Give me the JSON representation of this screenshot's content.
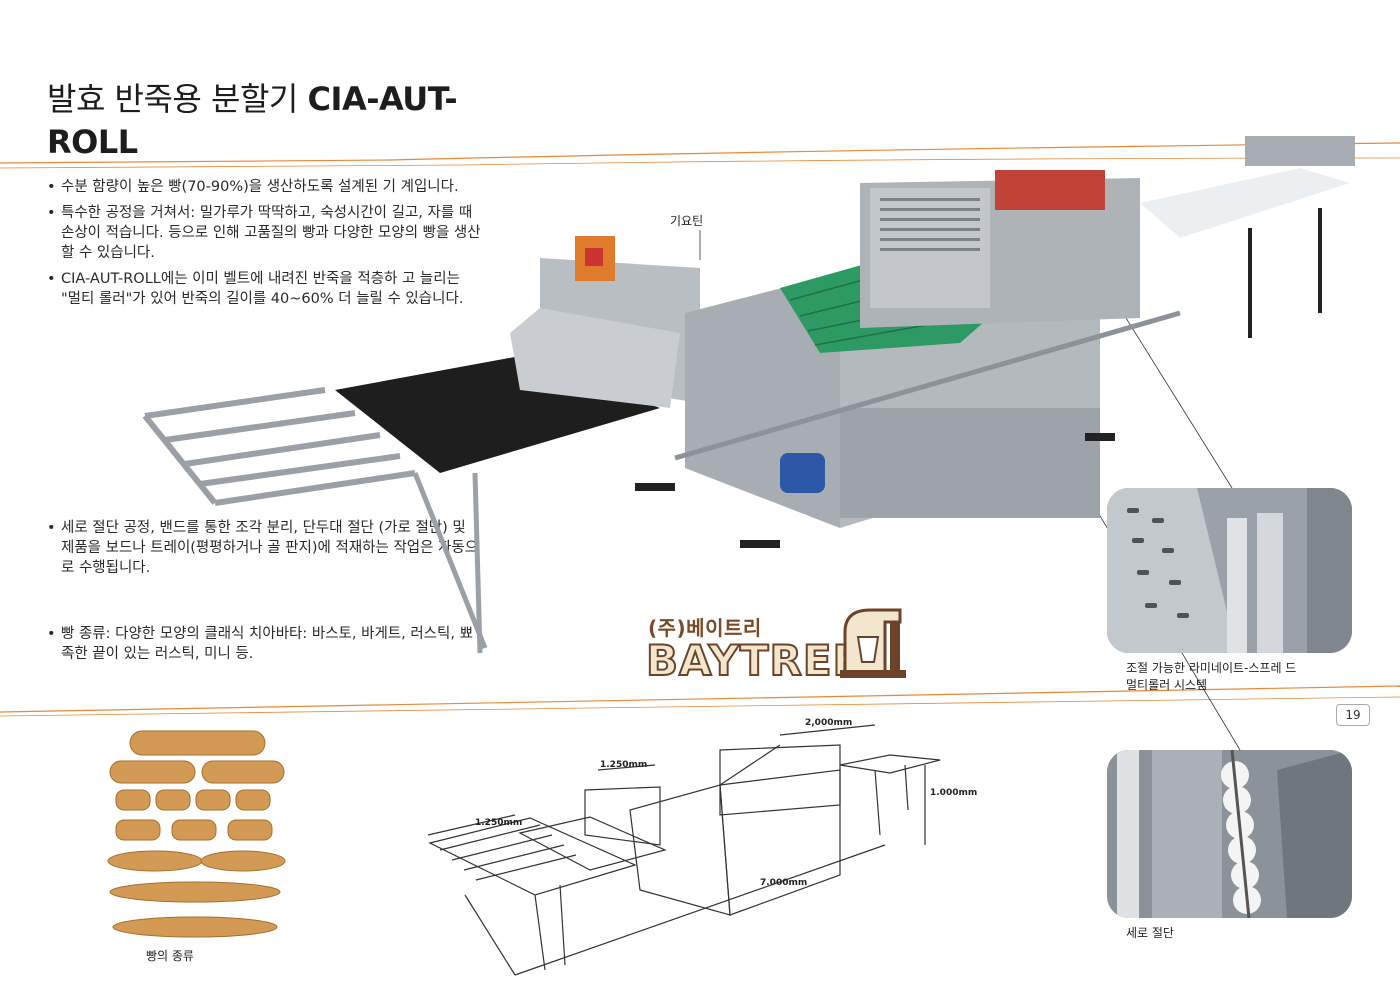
{
  "title": {
    "regular": "발효 반죽용 분할기 ",
    "bold_line1": "CIA-AUT-",
    "bold_line2": "ROLL"
  },
  "bullets_top": [
    "수분 함량이 높은 빵(70-90%)을 생산하도록 설계된 기 계입니다.",
    "특수한 공정을 거쳐서: 밀가루가 딱딱하고, 숙성시간이 길고, 자를 때 손상이 적습니다. 등으로 인해 고품질의 빵과 다양한 모양의 빵을 생산할 수 있습니다.",
    "CIA-AUT-ROLL에는 이미 벨트에 내려진 반죽을 적층하 고 늘리는 \"멀티 롤러\"가 있어 반죽의 길이를 40~60% 더 늘릴 수 있습니다."
  ],
  "bullet_mid": "세로 절단 공정, 밴드를 통한 조각 분리, 단두대 절단 (가로 절단) 및 제품을 보드나 트레이(평평하거나 골 판지)에 적재하는 작업은 자동으로 수행됩니다.",
  "bullet_bottom": "빵 종류: 다양한 모양의 클래식 치아바타: 바스토, 바게트, 러스틱, 뾰족한 끝이 있는 러스틱, 미니 등.",
  "labels": {
    "guillotine": "기요틴",
    "laminate_caption": "조절 가능한 라미네이트-스프레 드 멀티롤러 시스템",
    "cut_caption": "세로 절단",
    "bread_caption": "빵의 종류"
  },
  "dimensions": {
    "d2000": "2,000mm",
    "d1250a": "1.250mm",
    "d1250b": "1.250mm",
    "d1000": "1.000mm",
    "d7000": "7.000mm"
  },
  "logo": {
    "ko": "(주)베이트리",
    "en": "BAYTREE"
  },
  "page_number": "19",
  "colors": {
    "accent": "#e8893a",
    "machine": "#a8adb3",
    "belt": "#2e9a63",
    "logo_brown": "#6b4427"
  }
}
